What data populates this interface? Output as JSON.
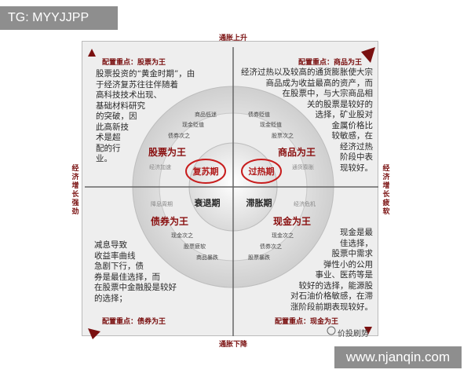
{
  "tag": "TG: MYYJJPP",
  "url": "www.njanqin.com",
  "watermark": "价投刷势",
  "axes": {
    "top": "通胀上升",
    "bottom": "通胀下降",
    "left": "经济增长强劲",
    "right": "经济增长疲软"
  },
  "focus": {
    "top_left": "配置重点：股票为王",
    "top_right": "配置重点：商品为王",
    "bottom_left": "配置重点：债券为王",
    "bottom_right": "配置重点：现金为王"
  },
  "paragraphs": {
    "top_left": "股票投资的“黄金时期”，由\n于经济复苏往往伴随着\n高科技技术出现、\n基础材料研究\n的突破，因\n此高新技\n术是超\n配的行\n业。",
    "top_right": "经济过热以及较高的通货膨胀使大宗\n商品成为收益最高的资产，而\n在股票中，与大宗商品相\n关的股票是较好的\n选择，矿业股对\n金属价格比\n较敏感，在\n经济过热\n阶段中表\n现较好。",
    "bottom_left": "减息导致\n收益率曲线\n急剧下行，债\n券是最佳选择，而\n在股票中金融股是较好\n的选择；",
    "bottom_right": "现金是最\n佳选择，\n股票中需求\n弹性小的公用\n事业、医药等是\n较好的选择，能源股\n对石油价格敏感，在滞\n涨阶段前期表现较好。"
  },
  "ring": {
    "top_left_main": "股票为王",
    "top_right_main": "商品为王",
    "bottom_left_main": "债券为王",
    "bottom_right_main": "现金为王",
    "tl_small": [
      "商品低迷",
      "现金贬值",
      "债券次之"
    ],
    "tr_small": [
      "债券贬值",
      "现金贬值",
      "股票次之"
    ],
    "bl_small": [
      "现金次之",
      "股票疲软",
      "商品暴跌"
    ],
    "br_small": [
      "现金次之",
      "债券次之",
      "股票暴跌"
    ],
    "outer_tl": "经济加速",
    "outer_tr": "通货膨胀",
    "outer_bl": "降息周期",
    "outer_br": "经济危机"
  },
  "phases": {
    "recovery": "复苏期",
    "overheat": "过热期",
    "recession": "衰退期",
    "stagflation": "滞胀期"
  },
  "colors": {
    "accent": "#b01818",
    "dark_red": "#7a1010"
  }
}
